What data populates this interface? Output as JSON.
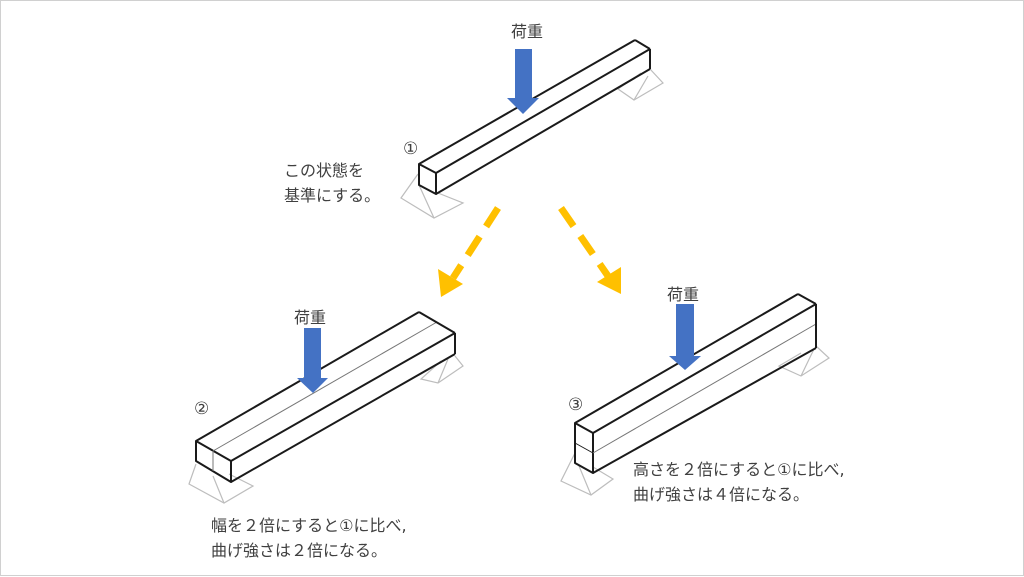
{
  "load_label": "荷重",
  "beams": [
    {
      "number": "①",
      "description": [
        "この状態を",
        "基準にする。"
      ]
    },
    {
      "number": "②",
      "description": [
        "幅を２倍にすると①に比べ,",
        "曲げ強さは２倍になる。"
      ]
    },
    {
      "number": "③",
      "description": [
        "高さを２倍にすると①に比べ,",
        "曲げ強さは４倍になる。"
      ]
    }
  ],
  "colors": {
    "load_arrow": "#4472c4",
    "transition_arrow": "#ffc000"
  }
}
